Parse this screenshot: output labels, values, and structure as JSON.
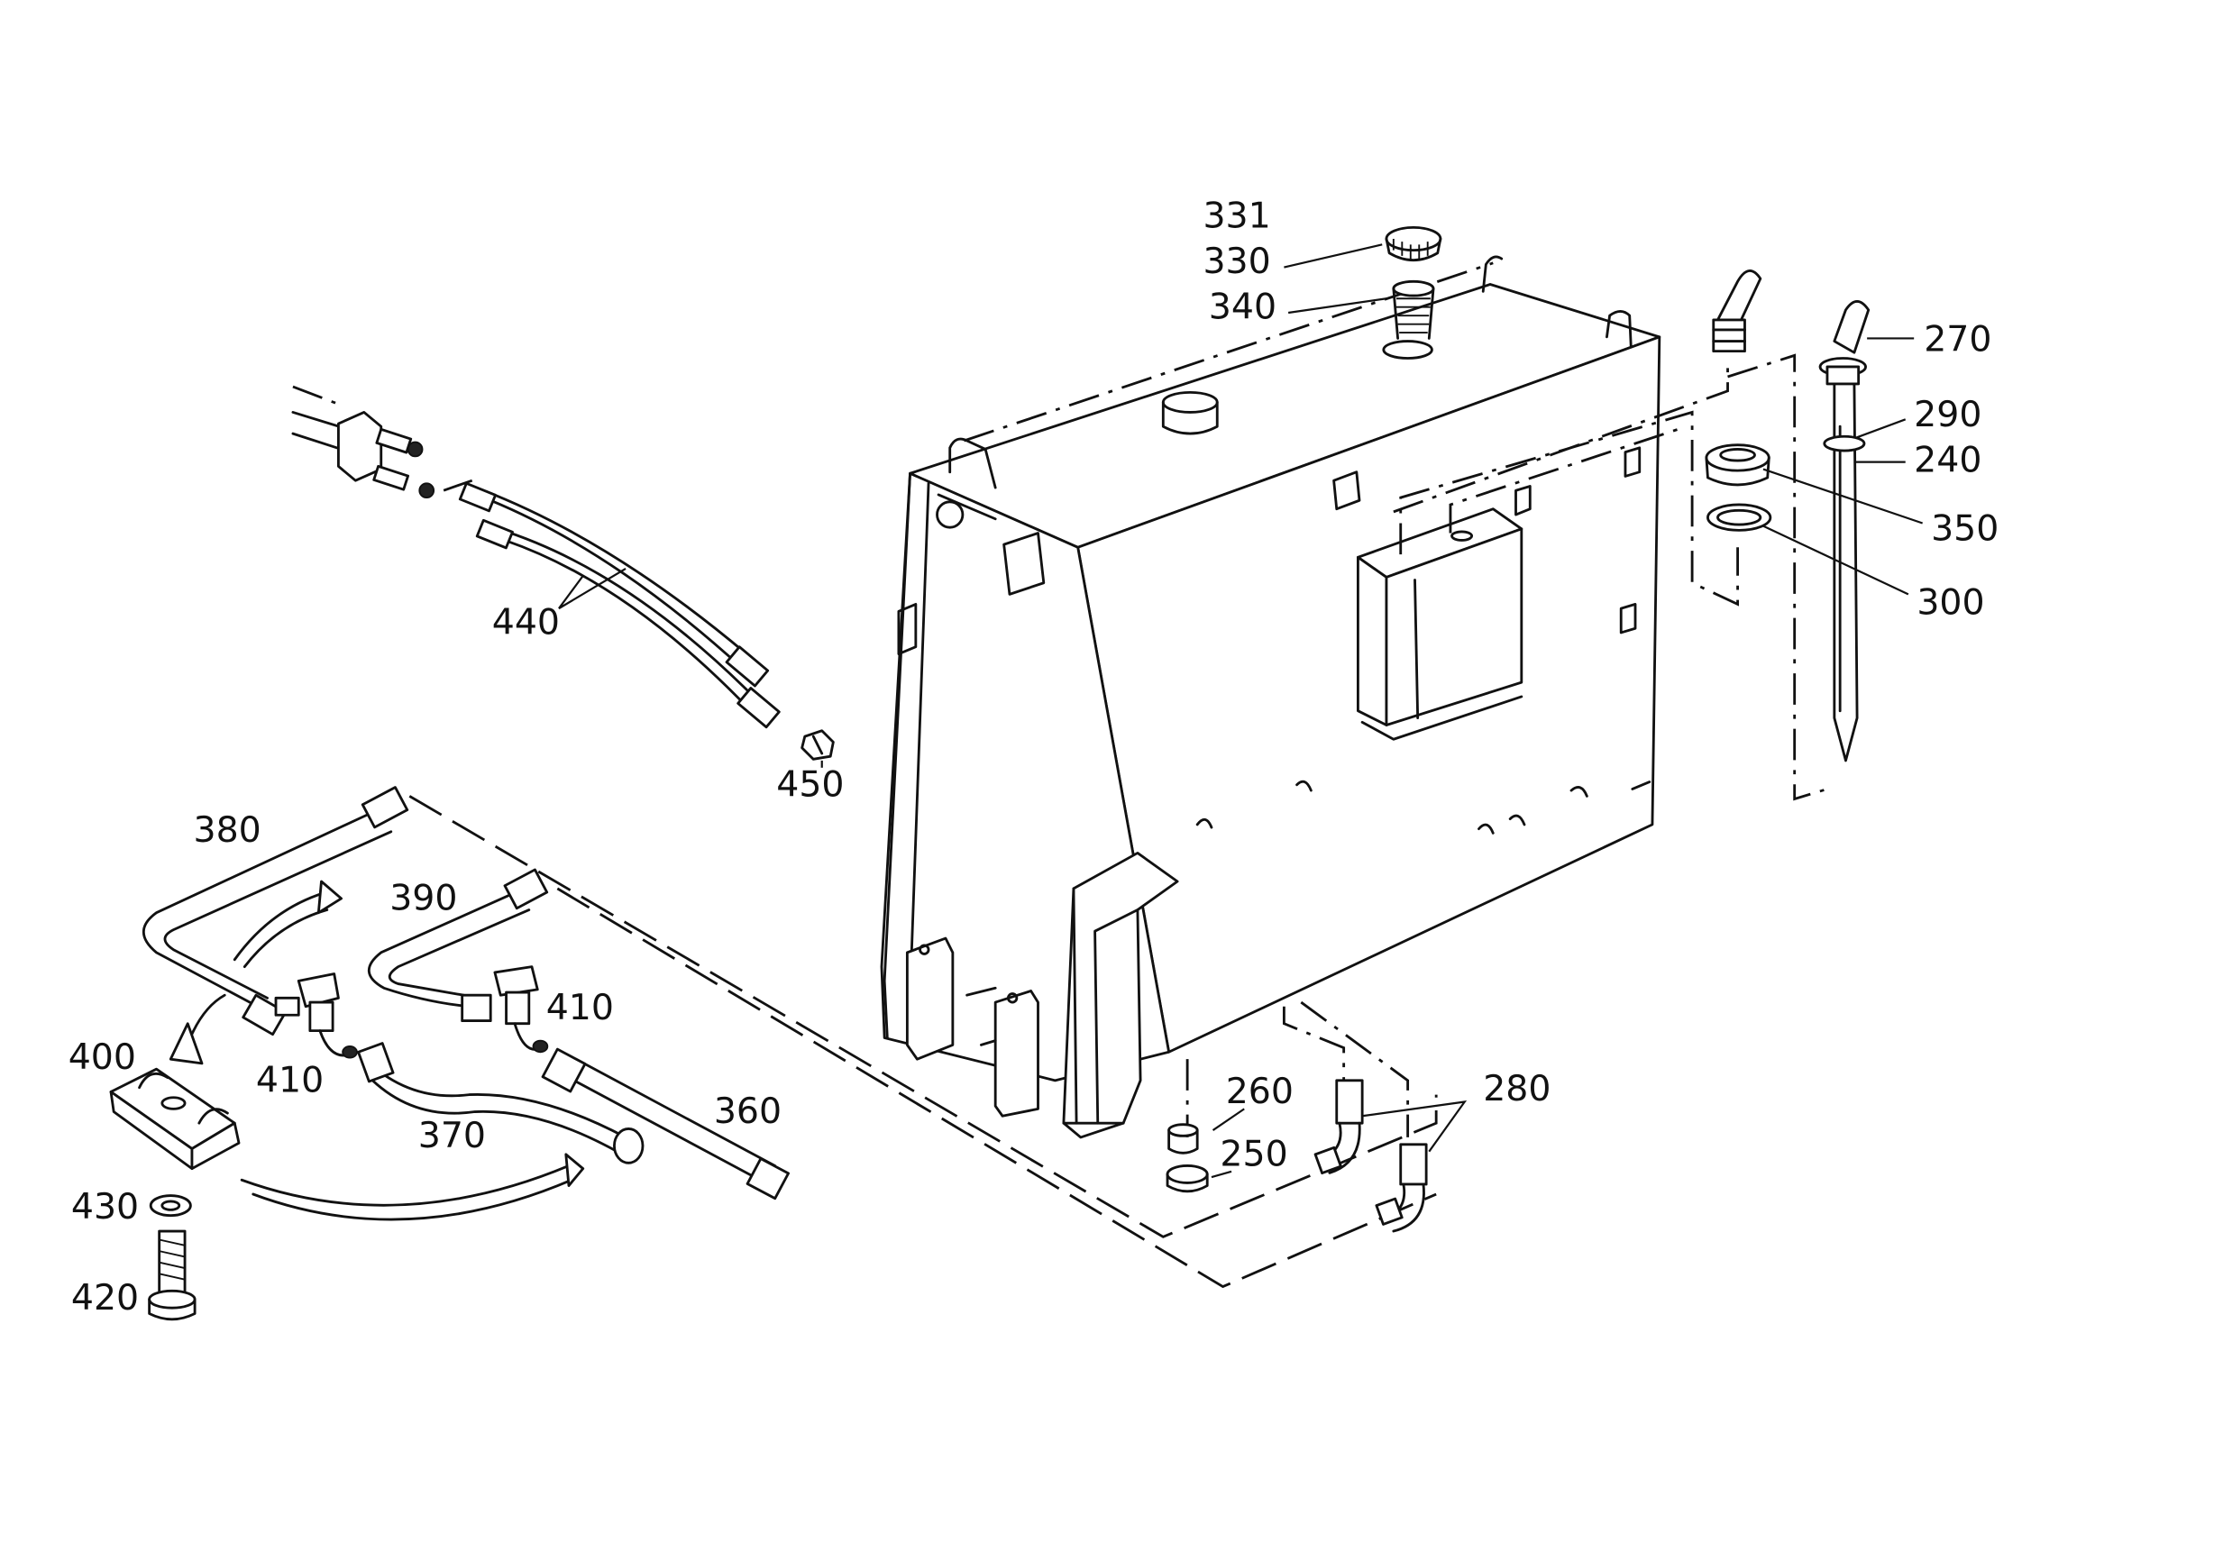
{
  "labels": {
    "l331": "331",
    "l330": "330",
    "l340": "340",
    "l270": "270",
    "l290": "290",
    "l240": "240",
    "l350": "350",
    "l300": "300",
    "l440": "440",
    "l450": "450",
    "l380": "380",
    "l390": "390",
    "l410a": "410",
    "l410b": "410",
    "l400": "400",
    "l370": "370",
    "l360": "360",
    "l430": "430",
    "l420": "420",
    "l260": "260",
    "l250": "250",
    "l280": "280"
  }
}
